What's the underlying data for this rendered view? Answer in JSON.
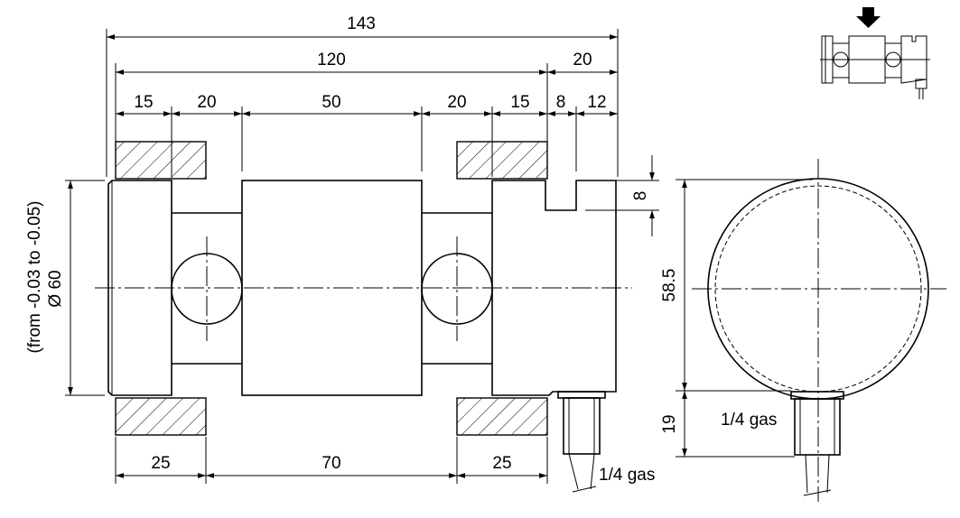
{
  "dimensions": {
    "overall_length": "143",
    "body_length": "120",
    "connector_length": "20",
    "seg_15_left": "15",
    "seg_20_left": "20",
    "seg_50_center": "50",
    "seg_20_right": "20",
    "seg_15_right": "15",
    "seg_8": "8",
    "seg_12": "12",
    "bottom_25_left": "25",
    "bottom_70": "70",
    "bottom_25_right": "25",
    "slot_depth": "8",
    "height_58_5": "58.5",
    "height_19": "19",
    "diameter": "Ø 60",
    "tolerance": "(from -0.03 to -0.05)"
  },
  "labels": {
    "gas_front": "1/4 gas",
    "gas_side": "1/4 gas"
  },
  "colors": {
    "line": "#000000",
    "background": "#ffffff"
  }
}
